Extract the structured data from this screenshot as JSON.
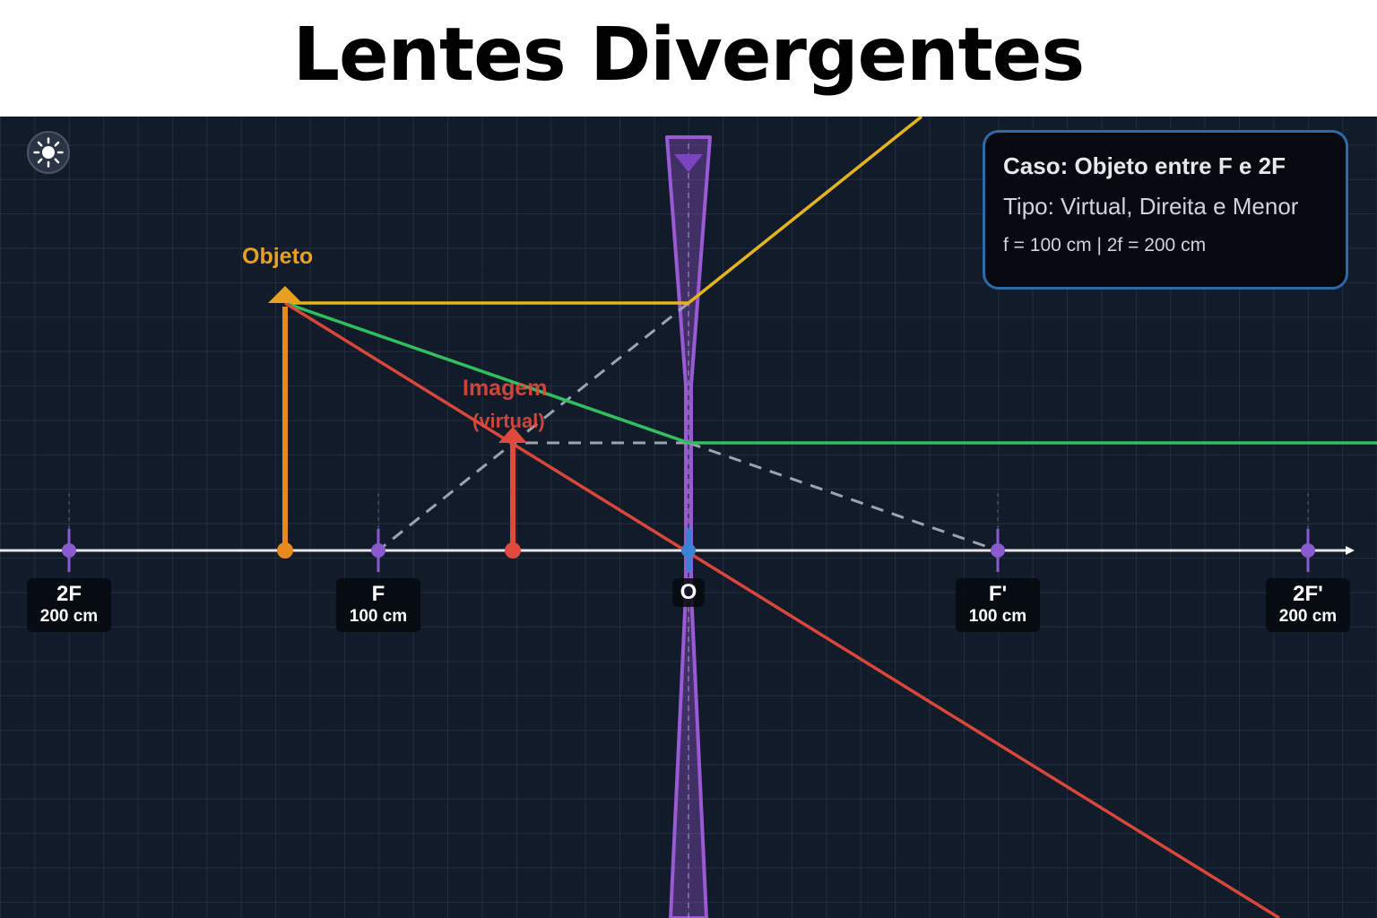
{
  "page_title": "Lentes Divergentes",
  "theme_toggle": {
    "icon": "sun-icon"
  },
  "info_panel": {
    "case": "Caso: Objeto entre F e 2F",
    "type": "Tipo: Virtual, Direita e Menor",
    "focal": "f = 100 cm | 2f = 200 cm"
  },
  "object_label": "Objeto",
  "image_label": "Imagem",
  "image_sublabel": "(virtual)",
  "axis_points": [
    {
      "name": "2F",
      "distance": "200 cm"
    },
    {
      "name": "F",
      "distance": "100 cm"
    },
    {
      "name": "O",
      "distance": ""
    },
    {
      "name": "F'",
      "distance": "100 cm"
    },
    {
      "name": "2F'",
      "distance": "200 cm"
    }
  ],
  "colors": {
    "background": "#121b2a",
    "object": "#e8891c",
    "image": "#e04a3c",
    "ray_parallel": "#e5b418",
    "ray_focal": "#2fbf5e",
    "ray_center": "#d9473a",
    "lens": "#9a5ad6",
    "axis": "#e6e6ea",
    "panel_border": "#2f6aa8"
  }
}
